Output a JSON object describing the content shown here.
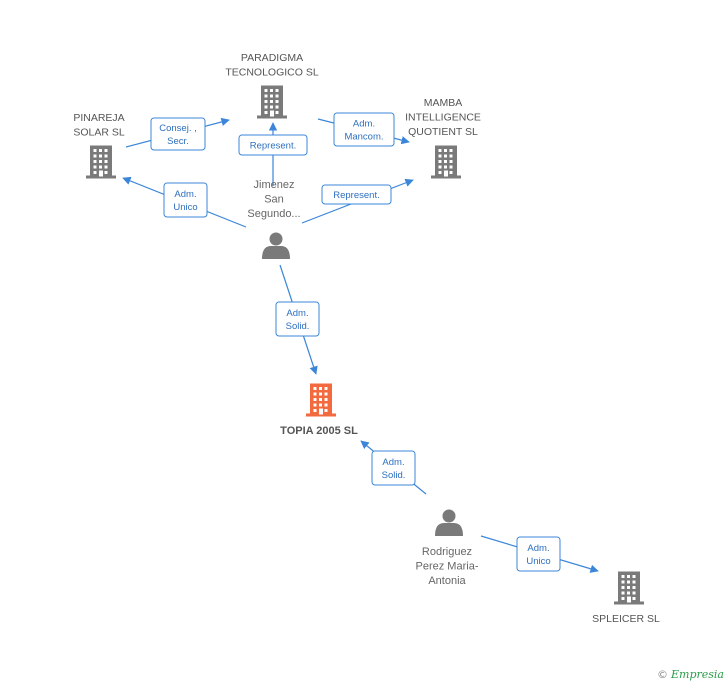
{
  "nodes": [
    {
      "id": "paradigma",
      "type": "company",
      "lines": [
        "PARADIGMA",
        "TECNOLOGICO SL"
      ]
    },
    {
      "id": "pinareja",
      "type": "company",
      "lines": [
        "PINAREJA",
        "SOLAR SL"
      ]
    },
    {
      "id": "mamba",
      "type": "company",
      "lines": [
        "MAMBA",
        "INTELLIGENCE",
        "QUOTIENT SL"
      ]
    },
    {
      "id": "jimenez",
      "type": "person",
      "lines": [
        "Jimenez",
        "San",
        "Segundo..."
      ]
    },
    {
      "id": "topia",
      "type": "company",
      "focus": true,
      "lines": [
        "TOPIA 2005 SL"
      ]
    },
    {
      "id": "rodriguez",
      "type": "person",
      "lines": [
        "Rodriguez",
        "Perez Maria-",
        "Antonia"
      ]
    },
    {
      "id": "spleicer",
      "type": "company",
      "lines": [
        "SPLEICER SL"
      ]
    }
  ],
  "edges": [
    {
      "from": "pinareja",
      "to": "paradigma",
      "lines": [
        "Consej. ,",
        "Secr."
      ]
    },
    {
      "from": "jimenez",
      "to": "paradigma",
      "lines": [
        "Represent."
      ]
    },
    {
      "from": "paradigma",
      "to": "mamba",
      "lines": [
        "Adm.",
        "Mancom."
      ]
    },
    {
      "from": "jimenez",
      "to": "pinareja",
      "lines": [
        "Adm.",
        "Unico"
      ]
    },
    {
      "from": "jimenez",
      "to": "mamba",
      "lines": [
        "Represent."
      ]
    },
    {
      "from": "jimenez",
      "to": "topia",
      "lines": [
        "Adm.",
        "Solid."
      ]
    },
    {
      "from": "rodriguez",
      "to": "topia",
      "lines": [
        "Adm.",
        "Solid."
      ]
    },
    {
      "from": "rodriguez",
      "to": "spleicer",
      "lines": [
        "Adm.",
        "Unico"
      ]
    }
  ],
  "colors": {
    "edge": "#3b86d8",
    "company": "#7a7a7a",
    "focus": "#f26a3d",
    "person": "#7a7a7a"
  },
  "brand": {
    "copyright": "©",
    "name": "Empresia"
  }
}
